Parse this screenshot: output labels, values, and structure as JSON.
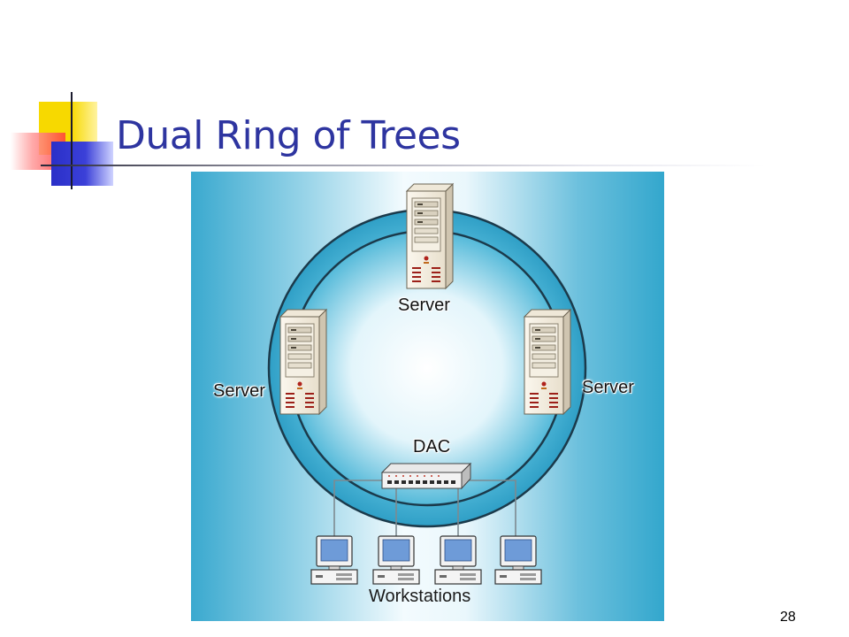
{
  "slide": {
    "title": "Dual Ring of Trees",
    "page_number": "28"
  },
  "diagram": {
    "labels": {
      "server_top": "Server",
      "server_left": "Server",
      "server_right": "Server",
      "dac": "DAC",
      "workstations": "Workstations"
    },
    "colors": {
      "title": "#2e35a0",
      "ring_fill": "#3aa9cf",
      "background_edge": "#33a7cd"
    },
    "icons": [
      "server-icon",
      "concentrator-icon",
      "workstation-icon"
    ]
  }
}
